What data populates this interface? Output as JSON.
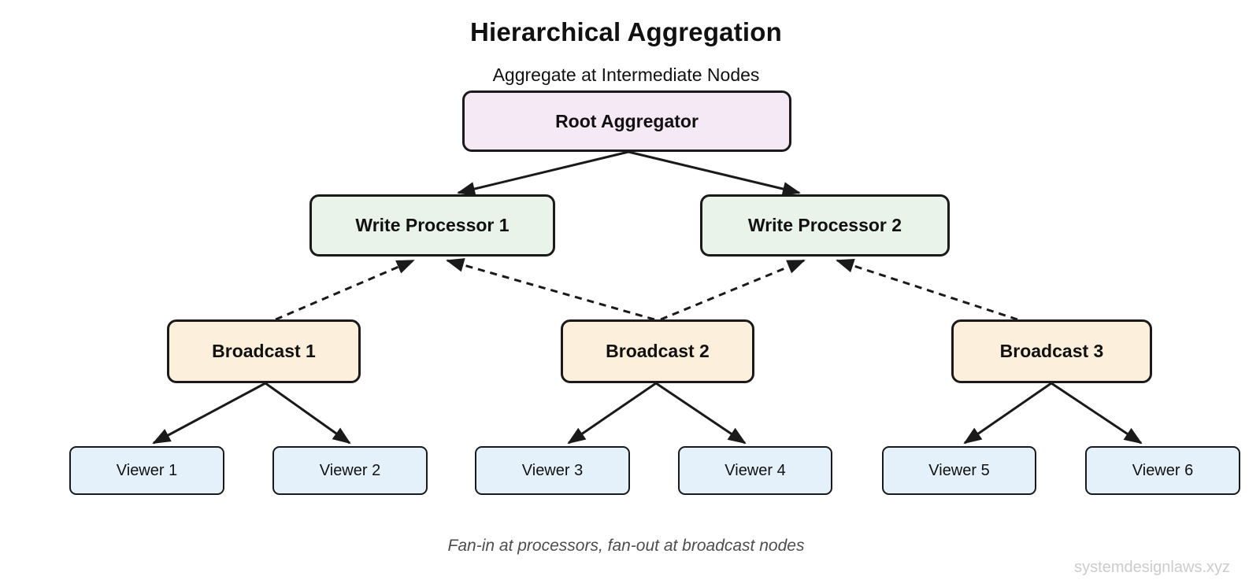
{
  "diagram": {
    "title": "Hierarchical Aggregation",
    "subtitle": "Aggregate at Intermediate Nodes",
    "caption": "Fan-in at processors, fan-out at broadcast nodes",
    "watermark": "systemdesignlaws.xyz"
  },
  "colors": {
    "root_fill": "#f5e9f6",
    "processor_fill": "#e9f3e9",
    "broadcast_fill": "#fcf0dc",
    "viewer_fill": "#e4f1fa",
    "border": "#1a1a1a",
    "arrow": "#1a1a1a",
    "caption_text": "#4d4d4d",
    "watermark_text": "#cccccc"
  },
  "nodes": {
    "root": {
      "label": "Root Aggregator"
    },
    "processors": [
      {
        "label": "Write Processor 1"
      },
      {
        "label": "Write Processor 2"
      }
    ],
    "broadcasts": [
      {
        "label": "Broadcast 1"
      },
      {
        "label": "Broadcast 2"
      },
      {
        "label": "Broadcast 3"
      }
    ],
    "viewers": [
      {
        "label": "Viewer 1"
      },
      {
        "label": "Viewer 2"
      },
      {
        "label": "Viewer 3"
      },
      {
        "label": "Viewer 4"
      },
      {
        "label": "Viewer 5"
      },
      {
        "label": "Viewer 6"
      }
    ]
  },
  "edges": [
    {
      "from": "Root Aggregator",
      "to": "Write Processor 1",
      "style": "solid-arrow"
    },
    {
      "from": "Root Aggregator",
      "to": "Write Processor 2",
      "style": "solid-arrow"
    },
    {
      "from": "Broadcast 1",
      "to": "Write Processor 1",
      "style": "dashed-arrow"
    },
    {
      "from": "Broadcast 2",
      "to": "Write Processor 1",
      "style": "dashed-arrow"
    },
    {
      "from": "Broadcast 2",
      "to": "Write Processor 2",
      "style": "dashed-arrow"
    },
    {
      "from": "Broadcast 3",
      "to": "Write Processor 2",
      "style": "dashed-arrow"
    },
    {
      "from": "Broadcast 1",
      "to": "Viewer 1",
      "style": "solid-arrow"
    },
    {
      "from": "Broadcast 1",
      "to": "Viewer 2",
      "style": "solid-arrow"
    },
    {
      "from": "Broadcast 2",
      "to": "Viewer 3",
      "style": "solid-arrow"
    },
    {
      "from": "Broadcast 2",
      "to": "Viewer 4",
      "style": "solid-arrow"
    },
    {
      "from": "Broadcast 3",
      "to": "Viewer 5",
      "style": "solid-arrow"
    },
    {
      "from": "Broadcast 3",
      "to": "Viewer 6",
      "style": "solid-arrow"
    }
  ]
}
